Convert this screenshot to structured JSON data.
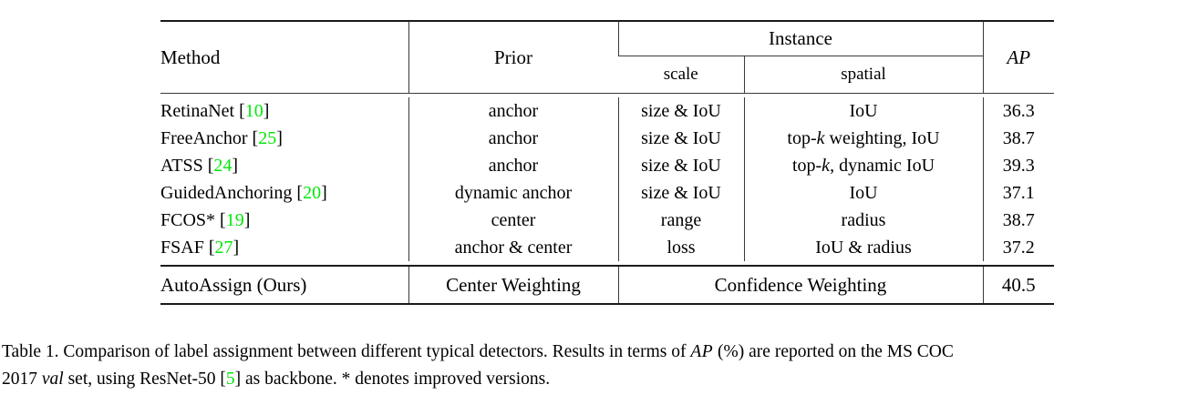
{
  "table": {
    "headers": {
      "method": "Method",
      "prior": "Prior",
      "instance": "Instance",
      "scale": "scale",
      "spatial": "spatial",
      "ap": "AP"
    },
    "rows": [
      {
        "method_name": "RetinaNet",
        "method_cite": "10",
        "prior": "anchor",
        "scale": "size & IoU",
        "spatial_pre": "",
        "spatial_italic": "",
        "spatial_post": "IoU",
        "ap": "36.3"
      },
      {
        "method_name": "FreeAnchor",
        "method_cite": "25",
        "prior": "anchor",
        "scale": "size & IoU",
        "spatial_pre": "top-",
        "spatial_italic": "k",
        "spatial_post": " weighting, IoU",
        "ap": "38.7"
      },
      {
        "method_name": "ATSS",
        "method_cite": "24",
        "prior": "anchor",
        "scale": "size & IoU",
        "spatial_pre": "top-",
        "spatial_italic": "k",
        "spatial_post": ", dynamic IoU",
        "ap": "39.3"
      },
      {
        "method_name": "GuidedAnchoring",
        "method_cite": "20",
        "prior": "dynamic anchor",
        "scale": "size & IoU",
        "spatial_pre": "",
        "spatial_italic": "",
        "spatial_post": "IoU",
        "ap": "37.1"
      },
      {
        "method_name": "FCOS*",
        "method_cite": "19",
        "prior": "center",
        "scale": "range",
        "spatial_pre": "",
        "spatial_italic": "",
        "spatial_post": "radius",
        "ap": "38.7"
      },
      {
        "method_name": "FSAF",
        "method_cite": "27",
        "prior": "anchor & center",
        "scale": "loss",
        "spatial_pre": "",
        "spatial_italic": "",
        "spatial_post": "IoU & radius",
        "ap": "37.2"
      }
    ],
    "final_row": {
      "method": "AutoAssign (Ours)",
      "prior": "Center Weighting",
      "instance": "Confidence Weighting",
      "ap": "40.5"
    }
  },
  "caption": {
    "line1_a": "Table 1. Comparison of label assignment between different typical detectors. Results in terms of ",
    "line1_ap": "AP",
    "line1_b": " (%) are reported on the MS COC",
    "line2_a": "2017 ",
    "line2_italic": "val",
    "line2_b": " set, using ResNet-50 [",
    "line2_cite": "5",
    "line2_c": "] as backbone. * denotes improved versions."
  },
  "colors": {
    "citation_green": "#00e808",
    "rule": "#3a3a3a",
    "text": "#000000"
  }
}
